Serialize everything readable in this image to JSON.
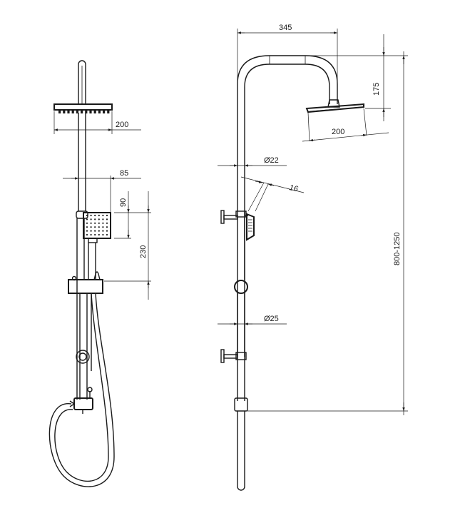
{
  "drawing": {
    "front_view": {
      "head_width": "200",
      "arm_offset": "85",
      "hand_shower_offset": "90",
      "hand_shower_height": "230"
    },
    "side_view": {
      "reach": "345",
      "head_drop": "175",
      "head_width": "200",
      "upper_tube_diameter": "Ø22",
      "hand_shower_angle": "16",
      "lower_tube_diameter": "Ø25",
      "height_range": "800-1250"
    }
  }
}
